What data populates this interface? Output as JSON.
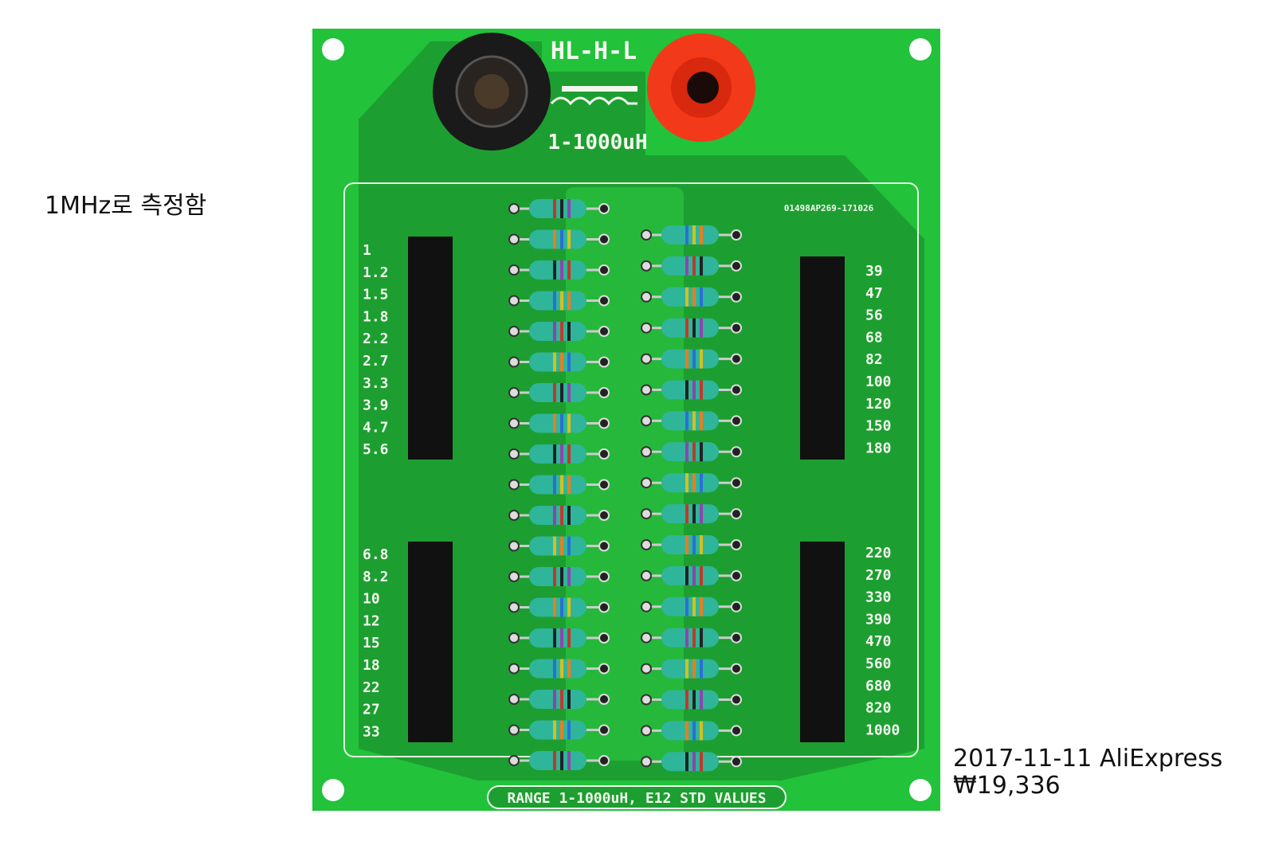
{
  "annotations": {
    "measurement_note": "1MHz로 측정함",
    "purchase_date": "2017-11-11 AliExpress",
    "price": "₩19,336"
  },
  "board": {
    "model": "HL-H-L",
    "range_top": "1-1000uH",
    "serial": "01498AP269-171026",
    "bottom_banner": "RANGE 1-1000uH, E12 STD VALUES",
    "left_labels_top": [
      "1",
      "1.2",
      "1.5",
      "1.8",
      "2.2",
      "2.7",
      "3.3",
      "3.9",
      "4.7",
      "5.6"
    ],
    "left_labels_bottom": [
      "6.8",
      "8.2",
      "10",
      "12",
      "15",
      "18",
      "22",
      "27",
      "33"
    ],
    "right_labels_top": [
      "39",
      "47",
      "56",
      "68",
      "82",
      "100",
      "120",
      "150",
      "180"
    ],
    "right_labels_bottom": [
      "220",
      "270",
      "330",
      "390",
      "470",
      "560",
      "680",
      "820",
      "1000"
    ],
    "colors": {
      "pcb": "#22c23a",
      "pcb_dark": "#1a9a2e",
      "terminal_red": "#f23a1a",
      "terminal_black": "#1a1a1a",
      "inductor": "#2fb59a"
    }
  }
}
